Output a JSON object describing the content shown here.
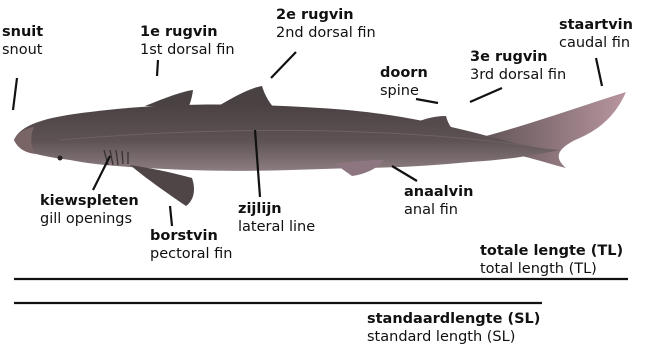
{
  "labels": {
    "snout": {
      "nl": "snuit",
      "en": "snout"
    },
    "dorsal1": {
      "nl": "1e rugvin",
      "en": "1st dorsal fin"
    },
    "dorsal2": {
      "nl": "2e rugvin",
      "en": "2nd dorsal fin"
    },
    "spine": {
      "nl": "doorn",
      "en": "spine"
    },
    "dorsal3": {
      "nl": "3e rugvin",
      "en": "3rd dorsal fin"
    },
    "caudal": {
      "nl": "staartvin",
      "en": "caudal fin"
    },
    "gill": {
      "nl": "kiewspleten",
      "en": "gill openings"
    },
    "pectoral": {
      "nl": "borstvin",
      "en": "pectoral fin"
    },
    "lateral": {
      "nl": "zijlijn",
      "en": "lateral line"
    },
    "anal": {
      "nl": "anaalvin",
      "en": "anal fin"
    },
    "total": {
      "nl": "totale lengte (TL)",
      "en": "total length (TL)"
    },
    "standard": {
      "nl": "standaardlengte (SL)",
      "en": "standard length (SL)"
    }
  },
  "colors": {
    "body": "#5a4f50",
    "belly": "#8a7b7e",
    "fin_tip": "#b89aa2",
    "line": "#111111"
  }
}
